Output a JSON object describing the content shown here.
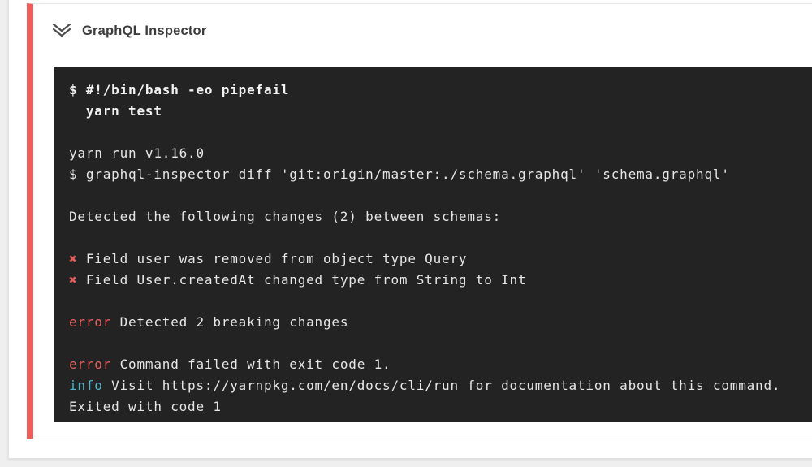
{
  "header": {
    "title": "GraphQL Inspector",
    "icon": "double-chevron-down-icon"
  },
  "colors": {
    "step_status_stripe_red": "#ee5c5c",
    "terminal_background": "#232323",
    "terminal_text": "#e6e6e6",
    "error_red": "#e25f5f",
    "info_cyan": "#4db5c9"
  },
  "terminal": {
    "lines": [
      {
        "type": "command",
        "text": "$ #!/bin/bash -eo pipefail"
      },
      {
        "type": "command",
        "text": "  yarn test"
      },
      {
        "type": "spacer"
      },
      {
        "type": "plain",
        "text": "yarn run v1.16.0"
      },
      {
        "type": "plain",
        "text": "$ graphql-inspector diff 'git:origin/master:./schema.graphql' 'schema.graphql'"
      },
      {
        "type": "blank"
      },
      {
        "type": "plain",
        "text": "Detected the following changes (2) between schemas:"
      },
      {
        "type": "blank"
      },
      {
        "type": "prefixed",
        "prefix": "✖",
        "prefix_color": "red",
        "text": " Field user was removed from object type Query"
      },
      {
        "type": "prefixed",
        "prefix": "✖",
        "prefix_color": "red",
        "text": " Field User.createdAt changed type from String to Int"
      },
      {
        "type": "blank"
      },
      {
        "type": "prefixed",
        "prefix": "error",
        "prefix_color": "red",
        "text": " Detected 2 breaking changes"
      },
      {
        "type": "blank"
      },
      {
        "type": "prefixed",
        "prefix": "error",
        "prefix_color": "red",
        "text": " Command failed with exit code 1."
      },
      {
        "type": "prefixed",
        "prefix": "info",
        "prefix_color": "cyan",
        "text": " Visit https://yarnpkg.com/en/docs/cli/run for documentation about this command."
      },
      {
        "type": "plain",
        "text": "Exited with code 1"
      }
    ]
  }
}
